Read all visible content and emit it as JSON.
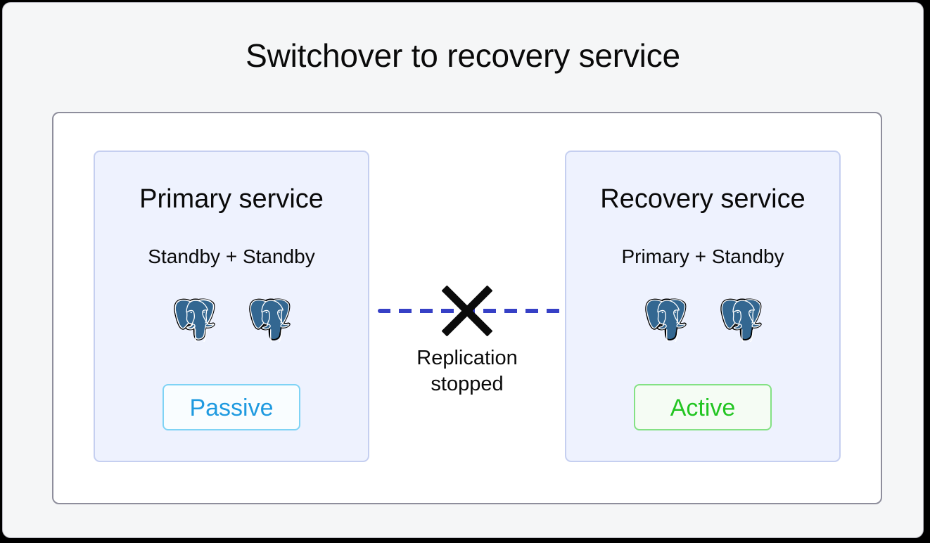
{
  "diagram": {
    "title": "Switchover to recovery service",
    "panels": [
      {
        "id": "primary-service",
        "title": "Primary service",
        "subtitle": "Standby + Standby",
        "nodes": [
          "postgresql-elephant-icon",
          "postgresql-elephant-icon"
        ],
        "node_count": 2,
        "status_label": "Passive",
        "status_color": "#1f9ae0",
        "status_border_color": "#7fd3f5",
        "status_background": "#f9fdff",
        "panel_background": "#eef2fe",
        "panel_border_color": "#c5cff0"
      },
      {
        "id": "recovery-service",
        "title": "Recovery service",
        "subtitle": "Primary + Standby",
        "nodes": [
          "postgresql-elephant-icon",
          "postgresql-elephant-icon"
        ],
        "node_count": 2,
        "status_label": "Active",
        "status_color": "#22c522",
        "status_border_color": "#84e184",
        "status_background": "#f5fcf4",
        "panel_background": "#eef2fe",
        "panel_border_color": "#c5cff0"
      }
    ],
    "connector": {
      "label_line_1": "Replication",
      "label_line_2": "stopped",
      "line_style": "dashed",
      "line_color": "#3640c6",
      "marker": "cross-icon",
      "marker_color": "#0b0b0b",
      "state": "broken"
    },
    "colors": {
      "page_background": "#f5f6f7",
      "card_background": "#ffffff",
      "card_border": "#8e8e9c",
      "text": "#0a0a0a",
      "postgres_body": "#336791",
      "postgres_outline": "#000000"
    }
  }
}
